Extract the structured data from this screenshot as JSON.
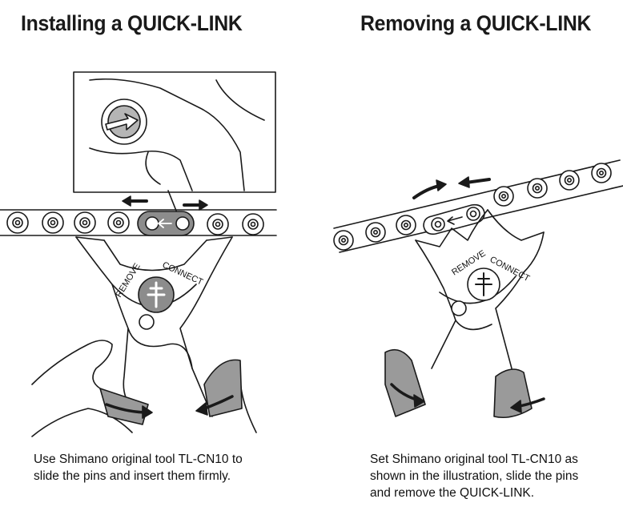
{
  "left": {
    "title": "Installing a QUICK-LINK",
    "caption_lines": [
      "Use Shimano original tool TL-CN10 to",
      "slide the pins and insert them firmly."
    ],
    "tool_labels": {
      "remove": "REMOVE",
      "connect": "CONNECT"
    }
  },
  "right": {
    "title": "Removing a QUICK-LINK",
    "caption_lines": [
      "Set Shimano original tool TL-CN10 as",
      "shown in the illustration, slide the pins",
      "and remove the QUICK-LINK."
    ],
    "tool_labels": {
      "remove": "REMOVE",
      "connect": "CONNECT"
    }
  },
  "colors": {
    "line": "#1a1a1a",
    "grip": "#9a9a9a",
    "link": "#8c8c8c",
    "background": "#ffffff"
  }
}
